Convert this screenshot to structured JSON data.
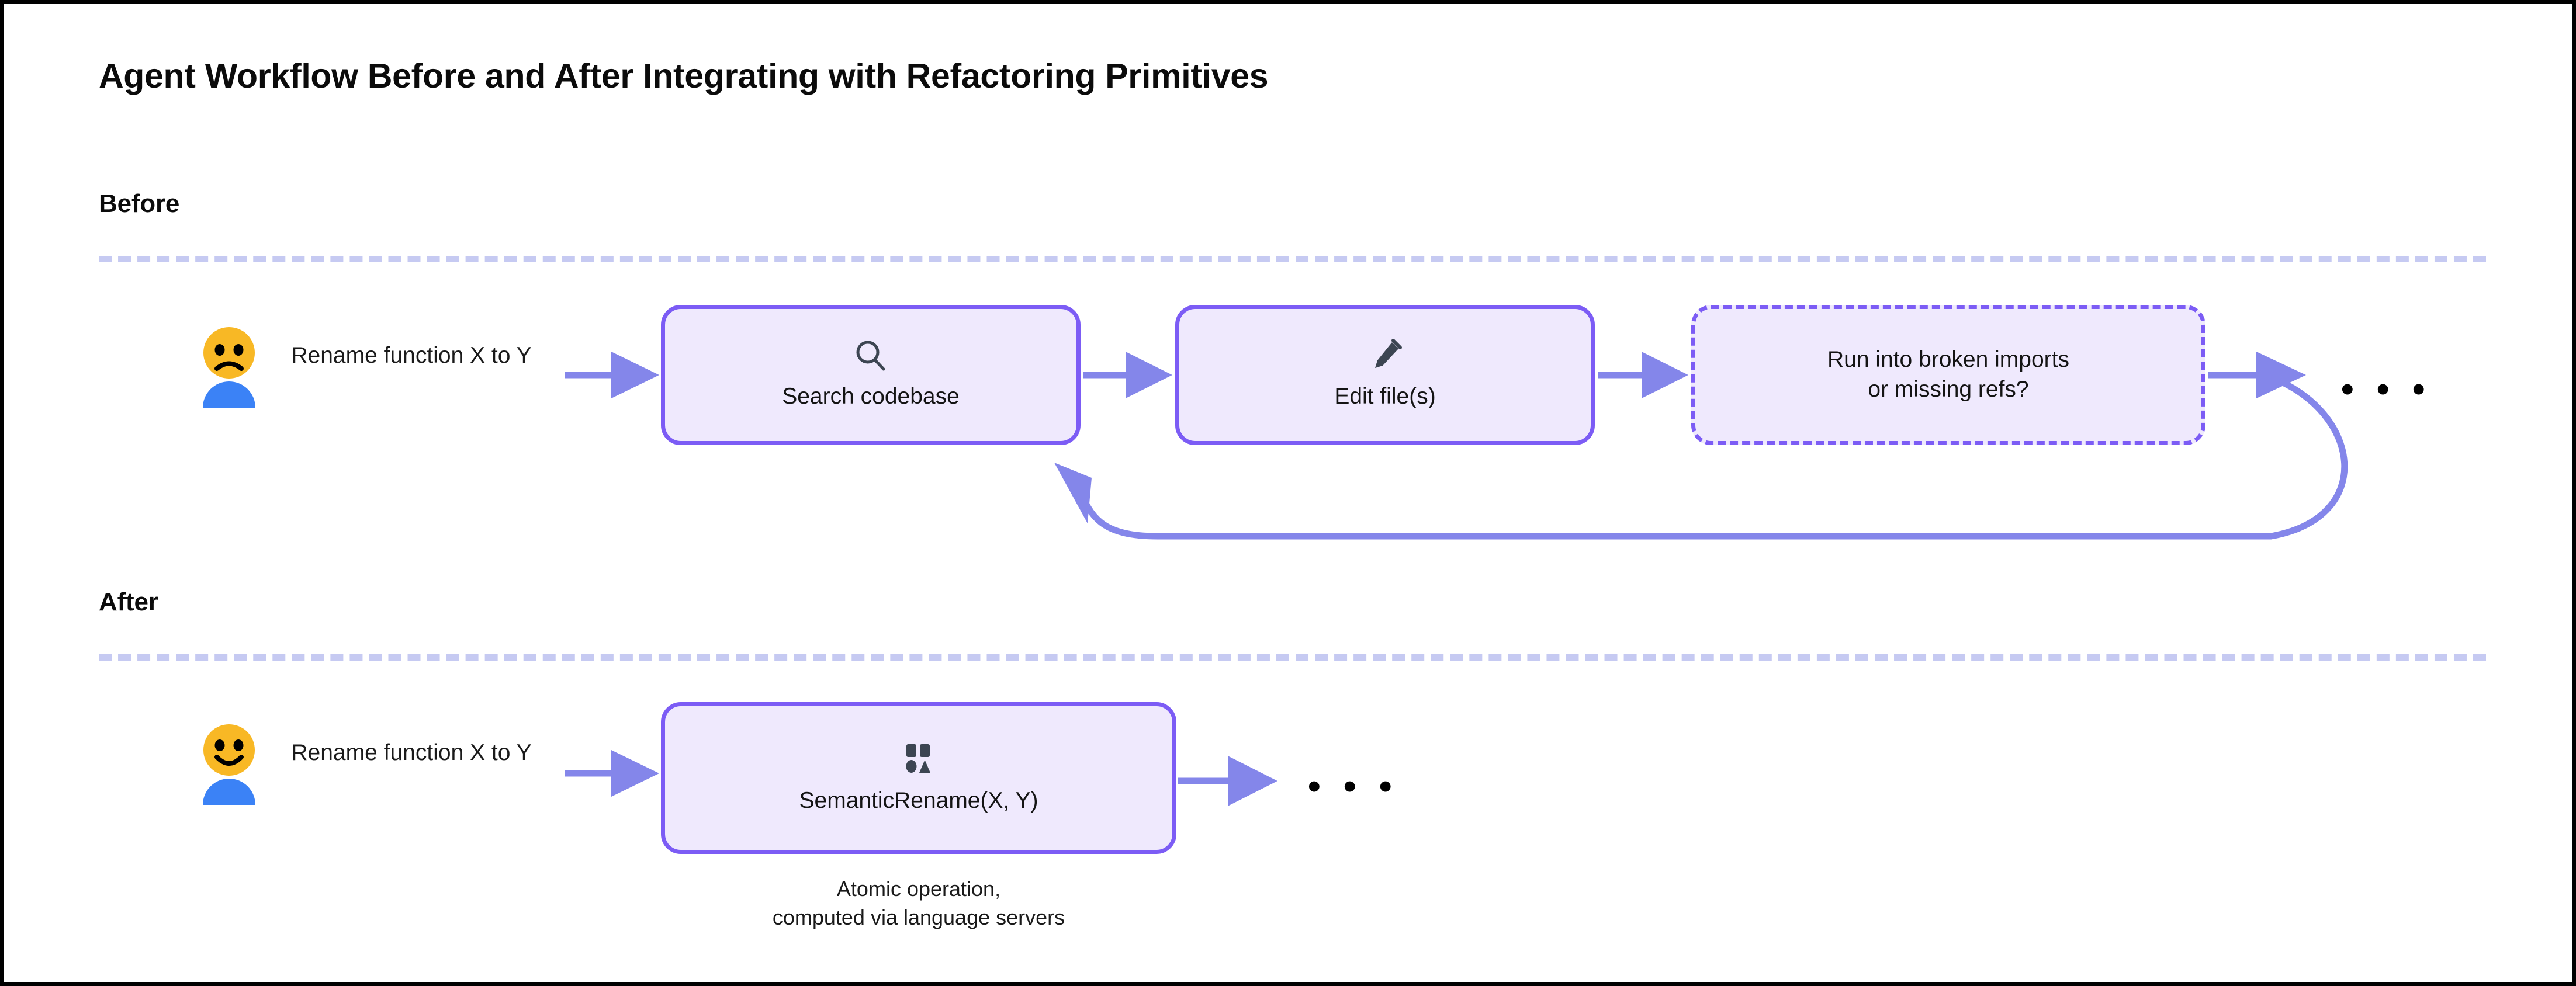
{
  "title": "Agent Workflow Before and After Integrating with Refactoring Primitives",
  "colors": {
    "accent_border": "#7C5CF5",
    "node_fill": "#EFE9FD",
    "arrow": "#8486EA",
    "divider": "#C6CAF2",
    "icon": "#3C4552",
    "emoji_face": "#F8B825",
    "emoji_body": "#3B82F6",
    "text": "#141414",
    "frame": "#000000"
  },
  "sections": [
    {
      "label": "Before",
      "actor": {
        "icon": "person-frowning-icon",
        "mood": "sad",
        "prompt": "Rename function\nX to Y"
      },
      "nodes": [
        {
          "id": "search",
          "icon": "search-icon",
          "label": "Search codebase",
          "border_style": "solid"
        },
        {
          "id": "edit",
          "icon": "pencil-icon",
          "label": "Edit file(s)",
          "border_style": "solid"
        },
        {
          "id": "run",
          "icon": "none",
          "label": "Run into broken imports\nor missing refs?",
          "border_style": "dashed"
        }
      ],
      "trailing_ellipsis": "• • •",
      "loop_back": {
        "from": "run",
        "to": "search",
        "description": "feedback-loop-arrow"
      }
    },
    {
      "label": "After",
      "actor": {
        "icon": "person-smiling-icon",
        "mood": "happy",
        "prompt": "Rename function\nX to Y"
      },
      "nodes": [
        {
          "id": "rename",
          "icon": "semantic-shapes-icon",
          "label": "SemanticRename(X, Y)",
          "border_style": "solid",
          "caption": "Atomic operation,\ncomputed via language servers"
        }
      ],
      "trailing_ellipsis": "• • •"
    }
  ]
}
